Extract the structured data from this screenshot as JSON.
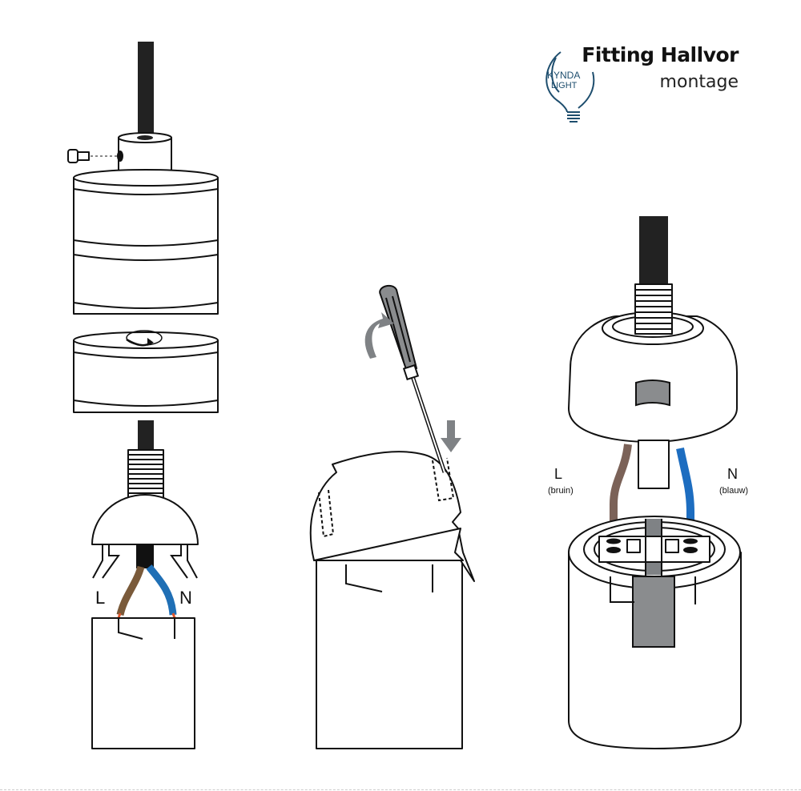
{
  "header": {
    "title": "Fitting Hallvor",
    "subtitle": "montage"
  },
  "logo": {
    "line1": "KYNDA",
    "line2": "LIGHT",
    "color": "#1e4e6e"
  },
  "step1": {
    "label_live": "L",
    "label_neutral": "N"
  },
  "step3": {
    "label_live": "L",
    "label_live_color": "(bruin)",
    "label_neutral": "N",
    "label_neutral_color": "(blauw)"
  },
  "colors": {
    "brown": "#7a5a3a",
    "blue": "#1f6fb5",
    "grey": "#7f8285",
    "wire_brown": "#7b6258",
    "wire_blue": "#1d6dc0"
  }
}
